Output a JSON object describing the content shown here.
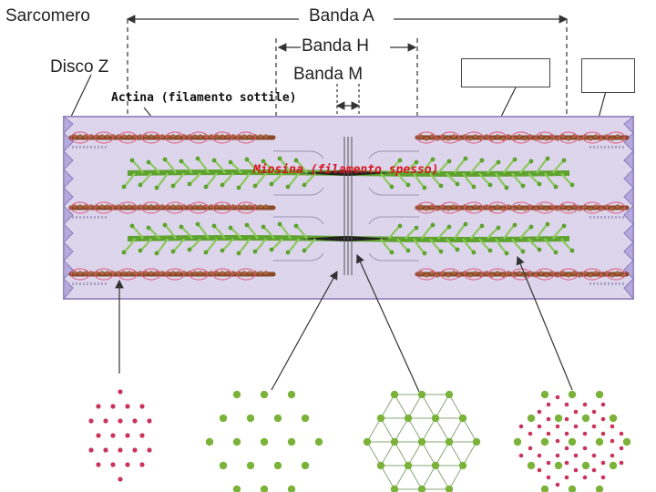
{
  "labels": {
    "sarcomero": "Sarcomero",
    "banda_a": "Banda A",
    "banda_h": "Banda H",
    "banda_m": "Banda M",
    "disco_z": "Disco Z",
    "actina": "Actina (filamento sottile)",
    "miosina": "Miosina (filamento spesso)"
  },
  "blank_boxes": [
    "",
    ""
  ],
  "colors": {
    "muscle_bg": "#dcd5ec",
    "muscle_border": "#9f91c4",
    "actin": "#8a4a2a",
    "actin_loop": "#e0567a",
    "myosin": "#5ea32e",
    "myosin_light": "#8cc85a",
    "thin_dot": "#c8345c",
    "thick_dot": "#7bb33a",
    "red_text": "#d8141c"
  },
  "cross_sections": [
    {
      "kind": "thin-only",
      "icon": "actin-lattice"
    },
    {
      "kind": "thick-only",
      "icon": "myosin-lattice"
    },
    {
      "kind": "thick-linked",
      "icon": "m-line-lattice"
    },
    {
      "kind": "thick-and-thin",
      "icon": "overlap-lattice"
    }
  ]
}
